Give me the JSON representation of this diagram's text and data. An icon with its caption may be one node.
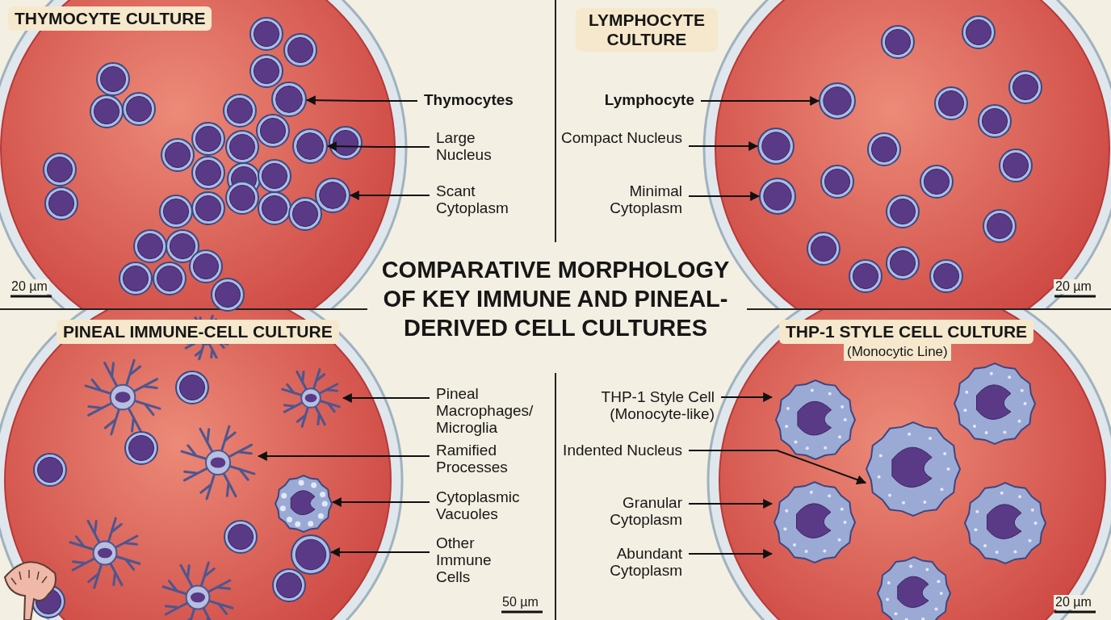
{
  "diagram": {
    "title": "COMPARATIVE MORPHOLOGY OF KEY IMMUNE AND PINEAL-DERIVED CELL CULTURES",
    "nodes": [
      {
        "text": [
          "Thymocytes"
        ]
      },
      {
        "text": [],
        "shape": "circle"
      },
      {
        "text": [
          "Large Nucleus"
        ]
      },
      {
        "text": [],
        "shape": "circle"
      },
      {
        "text": [
          "Scant Cytoplasm"
        ]
      },
      {
        "text": [],
        "shape": "circle"
      },
      {
        "text": [
          "Lymphocyte"
        ]
      },
      {
        "text": [],
        "shape": "circle"
      },
      {
        "text": [
          "Compact Nucleus"
        ]
      },
      {
        "text": [],
        "shape": "circle"
      },
      {
        "text": [
          "Minimal Cytoplasm"
        ]
      },
      {
        "text": [],
        "shape": "circle"
      },
      {
        "text": [
          "Pineal Macrophages/ Microglia"
        ]
      },
      {
        "text": [],
        "shape": "picture"
      },
      {
        "text": [
          "Ramified Processes"
        ]
      },
      {
        "text": [],
        "shape": "picture"
      },
      {
        "text": [
          "Cytoplasmic Vacuoles"
        ]
      },
      {
        "text": [],
        "shape": "picture"
      },
      {
        "text": [
          "Other Immune Cells"
        ]
      },
      {
        "text": [],
        "shape": "circle"
      },
      {
        "text": [
          "THP-1 Style Cell (Monocyte-like)"
        ]
      },
      {
        "text": [],
        "shape": "picture"
      },
      {
        "text": [
          "Indented Nucleus"
        ]
      },
      {
        "text": [],
        "shape": "picture"
      },
      {
        "text": [
          "Granular Cytoplasm"
        ]
      },
      {
        "text": [],
        "shape": "picture"
      },
      {
        "text": [
          "Abundant Cytoplasm"
        ]
      }
    ],
    "edges": [
      {
        "from": 0,
        "to": 1,
        "arrow": "to"
      },
      {
        "from": 2,
        "to": 3,
        "arrow": "to"
      },
      {
        "from": 4,
        "to": 5,
        "arrow": "to"
      },
      {
        "from": 6,
        "to": 7,
        "arrow": "to"
      },
      {
        "from": 8,
        "to": 9,
        "arrow": "to"
      },
      {
        "from": 10,
        "to": 11,
        "arrow": "to"
      },
      {
        "from": 12,
        "to": 13,
        "arrow": "to"
      },
      {
        "from": 14,
        "to": 15,
        "arrow": "to"
      },
      {
        "from": 16,
        "to": 17,
        "arrow": "to"
      },
      {
        "from": 18,
        "to": 19,
        "arrow": "to"
      },
      {
        "from": 20,
        "to": 21,
        "arrow": "to"
      },
      {
        "from": 22,
        "to": 23,
        "arrow": "to"
      },
      {
        "from": 24,
        "to": 25,
        "arrow": "to"
      },
      {
        "from": 26,
        "to": 25,
        "arrow": "to"
      }
    ],
    "labels": [
      "THYMOCYTE CULTURE",
      "LYMPHOCYTE CULTURE",
      "20 µm",
      "20 µm",
      "PINEAL IMMUNE-CELL CULTURE",
      "THP-1 STYLE CELL CULTURE",
      "(Monocytic Line)",
      "50 µm",
      "20 µm"
    ]
  }
}
